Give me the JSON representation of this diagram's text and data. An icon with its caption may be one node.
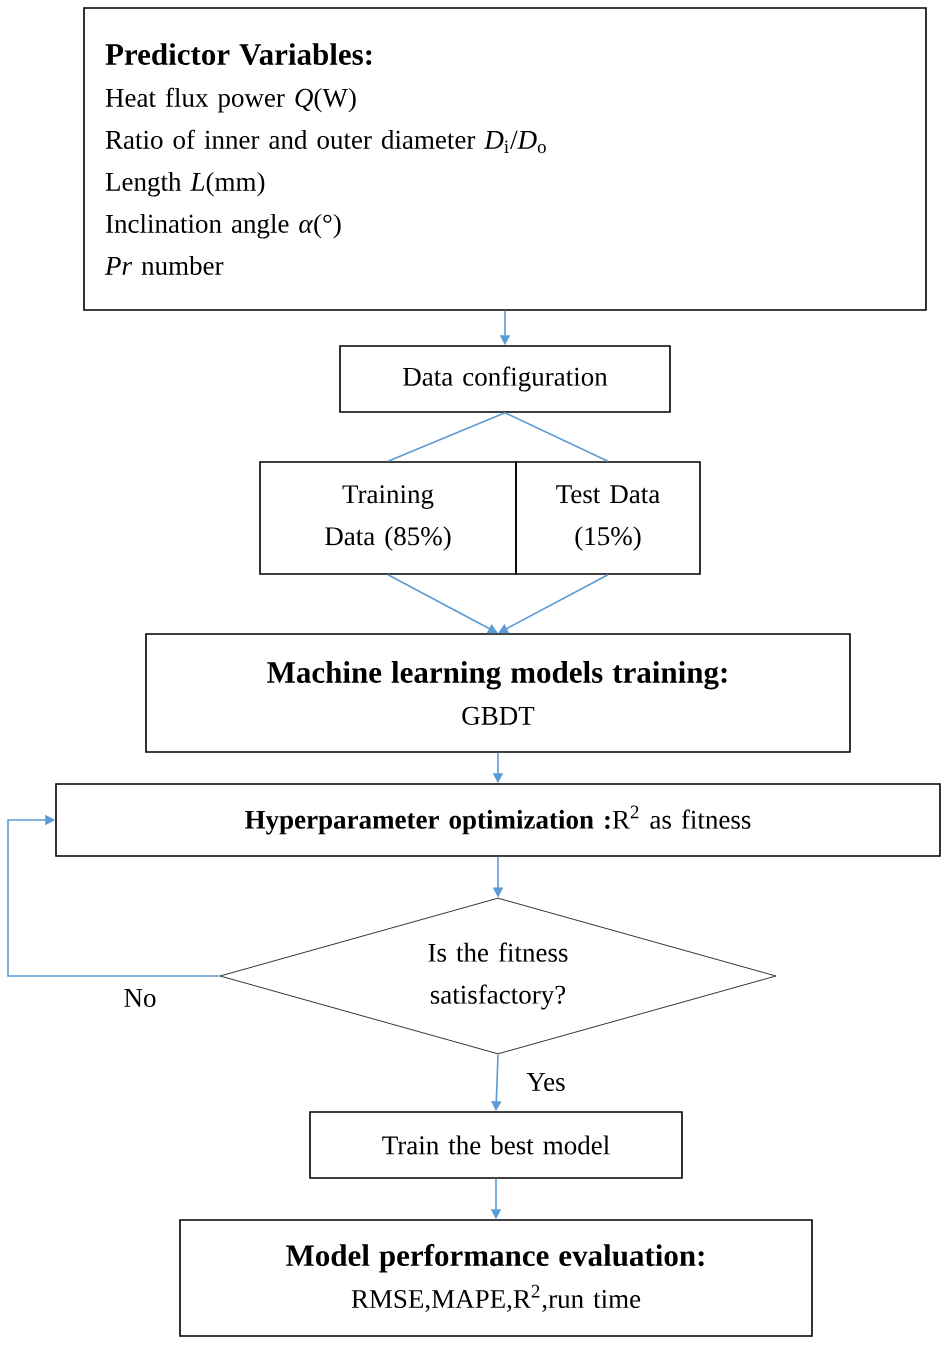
{
  "diagram": {
    "nodes": [
      {
        "text": [
          "Predictor Variables:",
          "Heat flux power *Q*(W)",
          "Ratio of inner and outer diameter *D*$_{i}$/*D*$_{o}$",
          "Length *L*(mm)",
          "Inclination angle *α*(°)",
          "*Pr* number"
        ]
      },
      {
        "text": [
          "Data configuration"
        ]
      },
      {
        "text": [
          "Training Data (85%)"
        ]
      },
      {
        "text": [
          "Test Data (15%)"
        ]
      },
      {
        "text": [
          "Machine learning models training:",
          "GBDT"
        ]
      },
      {
        "text": [
          "**Hyperparameter optimization :**R$^{2}$ as fitness"
        ]
      },
      {
        "text": [
          "Is the fitness satisfactory?"
        ]
      },
      {
        "text": [
          "Train the best model"
        ]
      },
      {
        "text": [
          "Model performance evaluation:",
          "RMSE,MAPE,R$^{2}$,run time"
        ]
      }
    ],
    "edges": [
      {
        "from": 0,
        "to": 1,
        "arrow": "to"
      },
      {
        "from": 1,
        "to": 2,
        "arrow": "none"
      },
      {
        "from": 1,
        "to": 3,
        "arrow": "none"
      },
      {
        "from": 2,
        "to": 4,
        "arrow": "to"
      },
      {
        "from": 3,
        "to": 4,
        "arrow": "to"
      },
      {
        "from": 4,
        "to": 5,
        "arrow": "to"
      },
      {
        "from": 5,
        "to": 6,
        "arrow": "to"
      },
      {
        "from": 6,
        "to": 5,
        "arrow": "to",
        "label": "No"
      },
      {
        "from": 6,
        "to": 7,
        "arrow": "to",
        "label": "Yes"
      },
      {
        "from": 7,
        "to": 8,
        "arrow": "to"
      }
    ]
  }
}
